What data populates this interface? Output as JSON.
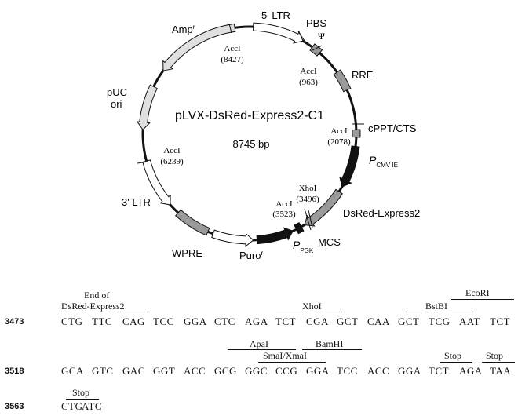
{
  "plasmid": {
    "name": "pLVX-DsRed-Express2-C1",
    "size": "8745 bp"
  },
  "features": {
    "ltr5": "5' LTR",
    "pbs": "PBS",
    "psi": "Ψ",
    "rre": "RRE",
    "cppt": "cPPT/CTS",
    "pcmv_main": "P",
    "pcmv_sub": "CMV IE",
    "dsred": "DsRed-Express2",
    "mcs": "MCS",
    "ppgk_main": "P",
    "ppgk_sub": "PGK",
    "puro_main": "Puro",
    "puro_sup": "r",
    "wpre": "WPRE",
    "ltr3": "3' LTR",
    "puc1": "pUC",
    "puc2": "ori",
    "amp_main": "Amp",
    "amp_sup": "r"
  },
  "sites": {
    "accI_8427_name": "AccI",
    "accI_8427_pos": "(8427)",
    "accI_963_name": "AccI",
    "accI_963_pos": "(963)",
    "accI_2078_name": "AccI",
    "accI_2078_pos": "(2078)",
    "accI_6239_name": "AccI",
    "accI_6239_pos": "(6239)",
    "xhoI_name": "XhoI",
    "xhoI_pos": "(3496)",
    "accI_3523_name": "AccI",
    "accI_3523_pos": "(3523)"
  },
  "sequence": {
    "rows": [
      {
        "pos": "3473",
        "codons": [
          "CTG",
          "TTC",
          "CAG",
          "TCC",
          "GGA",
          "CTC",
          "AGA",
          "TCT",
          "CGA",
          "GCT",
          "CAA",
          "GCT",
          "TCG",
          "AAT",
          "TCT"
        ]
      },
      {
        "pos": "3518",
        "codons": [
          "GCA",
          "GTC",
          "GAC",
          "GGT",
          "ACC",
          "GCG",
          "GGC",
          "CCG",
          "GGA",
          "TCC",
          "ACC",
          "GGA",
          "TCT",
          "AGA",
          "TAA"
        ]
      },
      {
        "pos": "3563",
        "codons": [
          "CTG",
          "ATC"
        ]
      }
    ],
    "annotations": {
      "end_of_1": "End of",
      "end_of_2": "DsRed-Express2",
      "xhoI": "XhoI",
      "ecoRI": "EcoRI",
      "bstBI": "BstBI",
      "apaI": "ApaI",
      "bamHI": "BamHI",
      "smaI": "SmaI/XmaI",
      "stop1": "Stop",
      "stop2": "Stop",
      "stop3": "Stop"
    }
  }
}
